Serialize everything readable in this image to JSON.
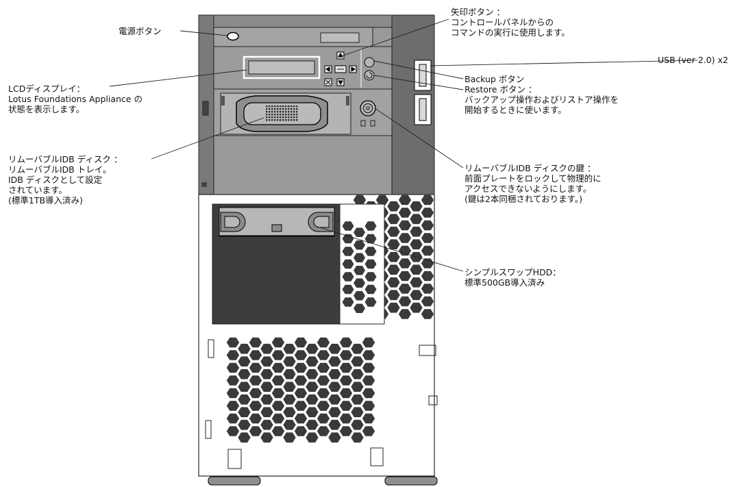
{
  "labels": {
    "power_button": "電源ボタン",
    "arrow_buttons": [
      "矢印ボタン ：",
      "コントロールパネルからの",
      "コマンドの実行に使用します。"
    ],
    "usb": "USB (ver 2.0) x2",
    "backup_restore": [
      "Backup ボタン",
      "Restore ボタン ：",
      "バックアップ操作およびリストア操作を",
      "開始するときに使います。"
    ],
    "lcd": [
      "LCDディスプレイ：",
      "Lotus Foundations Appliance の",
      "状態を表示します。"
    ],
    "removable_disk": [
      "リムーバブルIDB ディスク ：",
      "リムーバブルIDB トレイ。",
      "IDB ディスクとして設定",
      "されています。",
      "(標準1TB導入済み)"
    ],
    "disk_key": [
      "リムーバブルIDB ディスクの鍵 ：",
      "前面プレートをロックして物理的に",
      "アクセスできないようにします。",
      "(鍵は2本同梱されております。)"
    ],
    "hdd": [
      "シンプルスワップHDD：",
      "標準500GB導入済み"
    ]
  },
  "colors": {
    "chassis_upper": "#8a8a8a",
    "chassis_side": "#6e6e6e",
    "lower_panel": "#ffffff",
    "vent_hole": "#3a3a3a",
    "hdd_bay": "#3c3c3c",
    "line": "#222222"
  }
}
